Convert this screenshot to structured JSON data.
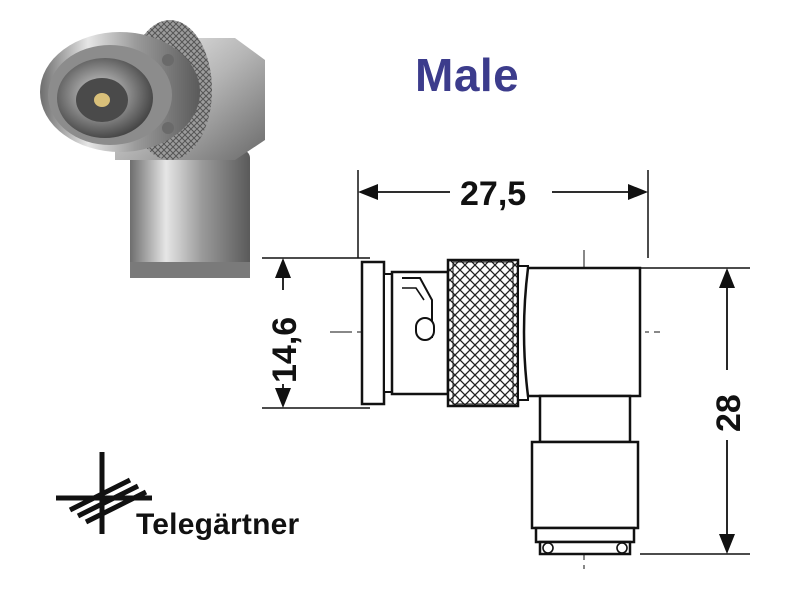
{
  "title": "Male",
  "brand": "Telegärtner",
  "dimensions": {
    "length": "27,5",
    "diameter": "14,6",
    "height": "28"
  },
  "colors": {
    "title": "#3c3c8c",
    "line": "#111111",
    "metal": "#b9b9b9"
  },
  "icons": [
    "connector-photo",
    "telegartner-logo-icon"
  ]
}
